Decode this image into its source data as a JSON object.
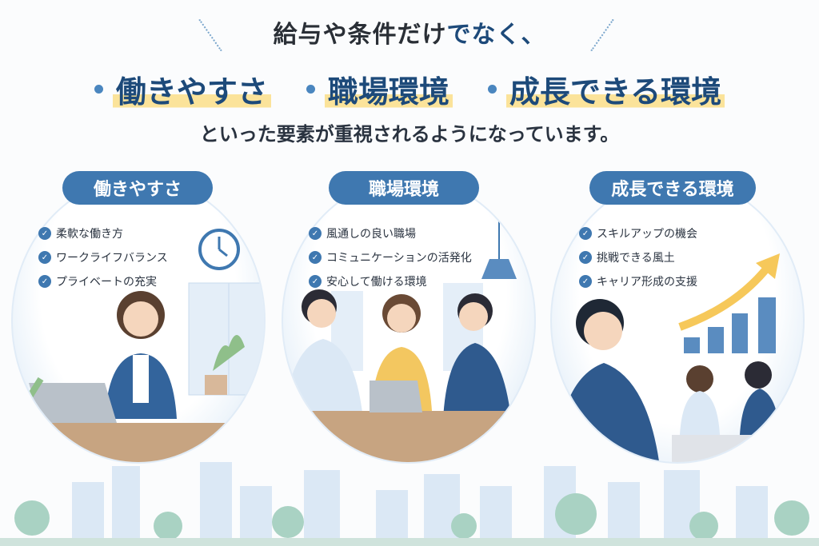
{
  "header": {
    "line1_a": "給与や条件だけ",
    "line1_b": "でなく、",
    "keywords": [
      "働きやすさ",
      "職場環境",
      "成長できる環境"
    ],
    "line3": "といった要素が重視されるようになっています。"
  },
  "panels": [
    {
      "title": "働きやすさ",
      "items": [
        "柔軟な働き方",
        "ワークライフバランス",
        "プライベートの充実"
      ]
    },
    {
      "title": "職場環境",
      "items": [
        "風通しの良い職場",
        "コミュニケーションの活発化",
        "安心して働ける環境"
      ]
    },
    {
      "title": "成長できる環境",
      "items": [
        "スキルアップの機会",
        "挑戦できる風土",
        "キャリア形成の支援"
      ]
    }
  ],
  "colors": {
    "accent": "#3f78b0",
    "navy": "#1d4a7a",
    "highlight": "#fbe39a"
  }
}
